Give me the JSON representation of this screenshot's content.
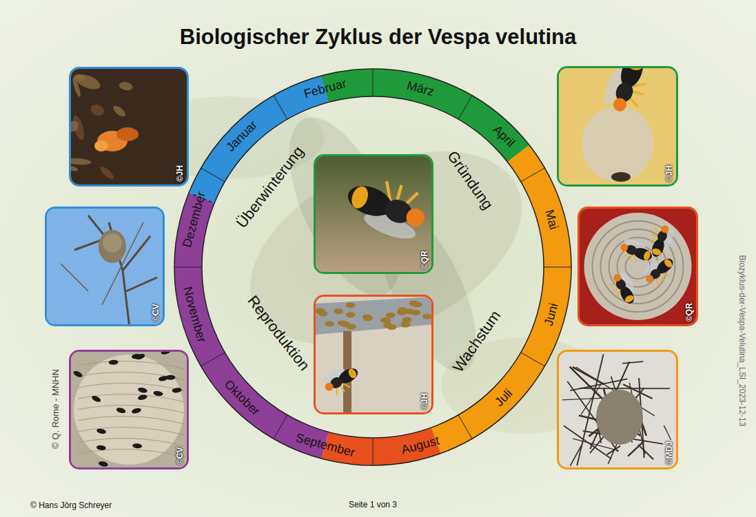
{
  "diagram": {
    "title": "Biologischer Zyklus der Vespa velutina",
    "nodes": [
      {
        "text": [
          "Januar"
        ]
      },
      {
        "text": [
          "Februar"
        ]
      },
      {
        "text": [
          "März"
        ]
      },
      {
        "text": [
          "April"
        ]
      },
      {
        "text": [
          "Mai"
        ]
      },
      {
        "text": [
          "Juni"
        ]
      },
      {
        "text": [
          "Juli"
        ]
      },
      {
        "text": [
          "August"
        ]
      },
      {
        "text": [
          "September"
        ]
      },
      {
        "text": [
          "Oktober"
        ]
      },
      {
        "text": [
          "November"
        ]
      },
      {
        "text": [
          "Dezember"
        ]
      },
      {
        "text": [
          "©JH"
        ]
      },
      {
        "text": [
          "©CV"
        ]
      },
      {
        "text": [
          "©CV"
        ]
      },
      {
        "text": [
          "©QR"
        ]
      },
      {
        "text": [
          "©JH"
        ]
      },
      {
        "text": [
          "©JH"
        ]
      },
      {
        "text": [
          "©QR"
        ]
      },
      {
        "text": [
          "©MDJ"
        ]
      }
    ],
    "labels": [
      "Überwinterung",
      "Gründung",
      "Wachstum",
      "Reproduktion",
      "© Q. Rome - MNHN",
      "Biozyklus-der-Vespa-Velutina_LSI_2023-12-13",
      "© Hans Jörg Schreyer",
      "Seite 1 von 3"
    ]
  }
}
